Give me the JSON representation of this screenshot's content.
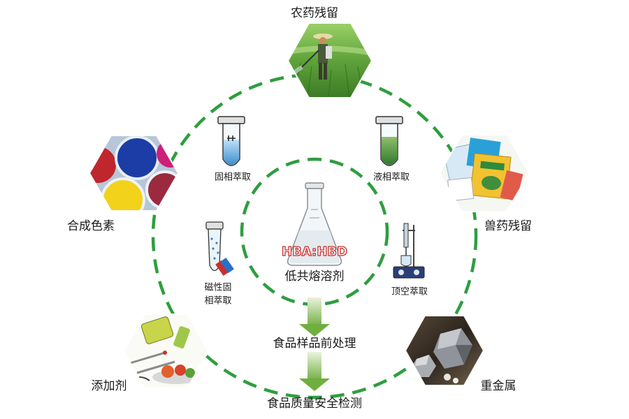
{
  "center": {
    "flask_text": "HBA:HBD",
    "title": "低共熔溶剂"
  },
  "flow": {
    "step1": "食品样品前处理",
    "step2": "食品质量安全检测"
  },
  "methods": {
    "solid_phase": "固相萃取",
    "liquid_phase": "液相萃取",
    "magnetic_line1": "磁性固",
    "magnetic_line2": "相萃取",
    "headspace": "顶空萃取"
  },
  "contaminants": {
    "pesticide": "农药残留",
    "veterinary": "兽药残留",
    "heavy_metal": "重金属",
    "additive": "添加剂",
    "pigment": "合成色素"
  },
  "colors": {
    "ring": "#2e9e3f",
    "arrow": "#7dbb4a",
    "flask_text": "#c9302c"
  }
}
